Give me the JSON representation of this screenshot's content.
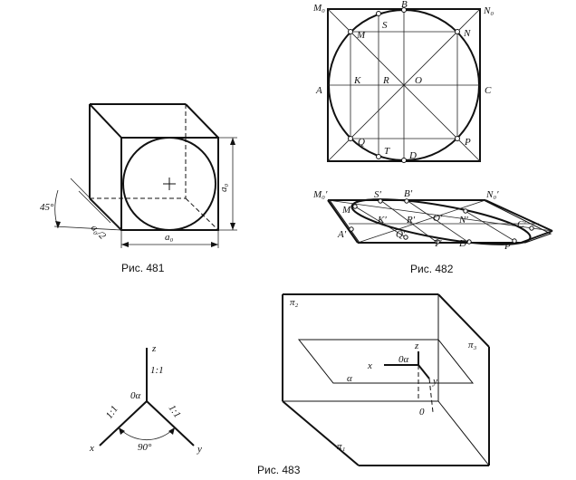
{
  "fig481": {
    "caption": "Рис. 481",
    "angle": "45°",
    "half_edge": "a₀/2",
    "edge_bottom": "a₀",
    "edge_side": "a₀"
  },
  "fig482": {
    "caption": "Рис. 482",
    "top_labels": {
      "M0": "M₀",
      "B": "B",
      "N0": "N₀",
      "S": "S",
      "M": "M",
      "N": "N",
      "A": "A",
      "K": "K",
      "R": "R",
      "O": "O",
      "C": "C",
      "Q": "Q",
      "T": "T",
      "D": "D",
      "P": "P"
    },
    "iso_labels": {
      "M0": "M₀′",
      "S": "S′",
      "B": "B′",
      "N0": "N₀′",
      "M": "M′",
      "K": "K′",
      "R": "R′",
      "O": "O′",
      "N": "N′",
      "C": "C′",
      "A": "A′",
      "Q": "Q′",
      "T": "T′",
      "D": "D′",
      "P": "P′"
    }
  },
  "fig483": {
    "caption": "Рис. 483",
    "axes": {
      "z": "z",
      "x": "x",
      "y": "y",
      "origin": "0α",
      "scale_z": "1:1",
      "scale_x": "1:1",
      "scale_y": "1:1",
      "angle": "90°"
    },
    "planes": {
      "pi2": "π₂",
      "pi3": "π₃",
      "pi1": "π₁",
      "alpha": "α",
      "o": "0"
    },
    "inner_axes": {
      "x": "x",
      "z": "z",
      "y": "y",
      "origin": "0α"
    }
  }
}
